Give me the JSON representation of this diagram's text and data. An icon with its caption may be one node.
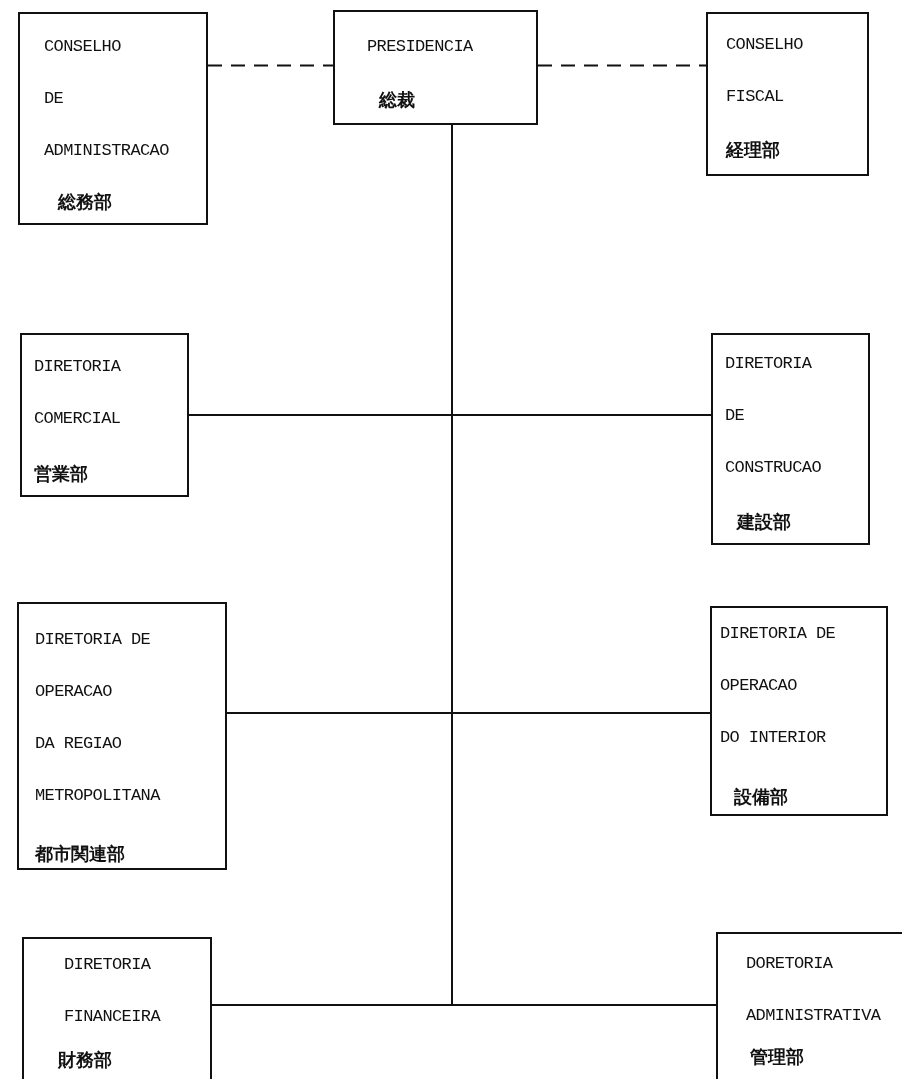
{
  "diagram": {
    "nodes": [
      {
        "text": [
          "CONSELHO DE ADMINISTRACAO",
          "総務部"
        ]
      },
      {
        "text": [
          "PRESIDENCIA",
          "総裁"
        ]
      },
      {
        "text": [
          "CONSELHO FISCAL",
          "経理部"
        ]
      },
      {
        "text": [
          "DIRETORIA COMERCIAL",
          "営業部"
        ]
      },
      {
        "text": [
          "DIRETORIA DE CONSTRUCAO",
          "建設部"
        ]
      },
      {
        "text": [
          "DIRETORIA DE OPERACAO DA REGIAO METROPOLITANA",
          "都市関連部"
        ]
      },
      {
        "text": [
          "DIRETORIA DE OPERACAO DO INTERIOR",
          "設備部"
        ]
      },
      {
        "text": [
          "DIRETORIA FINANCEIRA",
          "財務部"
        ]
      },
      {
        "text": [
          "DORETORIA ADMINISTRATIVA",
          "管理部"
        ]
      }
    ],
    "edges": [
      {
        "from": 0,
        "to": 1,
        "arrow": "none",
        "style": "dashed"
      },
      {
        "from": 1,
        "to": 2,
        "arrow": "none",
        "style": "dashed"
      },
      {
        "from": 1,
        "to": 3,
        "arrow": "none"
      },
      {
        "from": 1,
        "to": 4,
        "arrow": "none"
      },
      {
        "from": 1,
        "to": 5,
        "arrow": "none"
      },
      {
        "from": 1,
        "to": 6,
        "arrow": "none"
      },
      {
        "from": 1,
        "to": 7,
        "arrow": "none"
      },
      {
        "from": 1,
        "to": 8,
        "arrow": "none"
      }
    ]
  }
}
